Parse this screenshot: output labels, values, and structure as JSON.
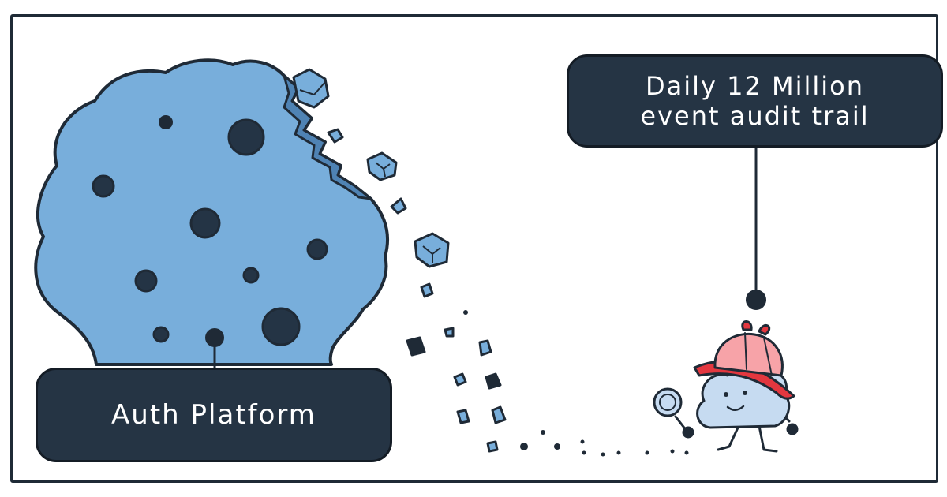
{
  "platform": {
    "label": "Auth Platform"
  },
  "callout": {
    "label": "Daily 12 Million\nevent audit trail"
  },
  "colors": {
    "blob_fill": "#78aedb",
    "blob_dark": "#4f83b4",
    "outline": "#1f2a36",
    "box_fill": "#253444",
    "hat_red": "#e3373f",
    "hat_pink": "#f7a3a8",
    "cloud_fill": "#c6dbf1"
  },
  "icons": [
    "crumbling-blob",
    "debris-cube",
    "detective-cloud-mascot",
    "magnifying-glass-icon",
    "detective-hat-icon"
  ]
}
